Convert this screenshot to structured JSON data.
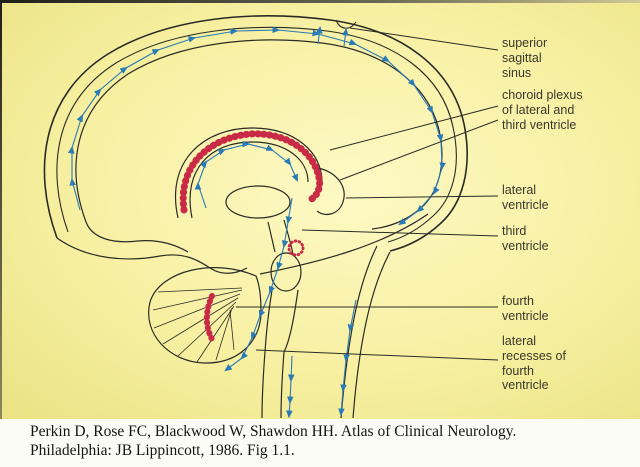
{
  "figure": {
    "colors": {
      "background": "#f7f0a2",
      "line_art": "#2b2b26",
      "flow_arrows": "#2a7ab5",
      "choroid_plexus": "#c92a45",
      "label_text": "#3a382c"
    },
    "labels": [
      {
        "id": "superior-sagittal-sinus",
        "text": "superior sagittal sinus"
      },
      {
        "id": "choroid-plexus-of-lateral-and-third-ventricle",
        "text": "choroid plexus of lateral and third ventricle"
      },
      {
        "id": "lateral-ventricle",
        "text": "lateral ventricle"
      },
      {
        "id": "third-ventricle",
        "text": "third ventricle"
      },
      {
        "id": "fourth-ventricle",
        "text": "fourth ventricle"
      },
      {
        "id": "lateral-recesses-of-fourth-ventricle",
        "text": "lateral recesses of fourth ventricle"
      }
    ]
  },
  "caption": {
    "lines": [
      "Perkin D, Rose FC, Blackwood W, Shawdon HH. Atlas of Clinical Neurology.",
      "Philadelphia: JB Lippincott, 1986. Fig 1.1."
    ]
  }
}
